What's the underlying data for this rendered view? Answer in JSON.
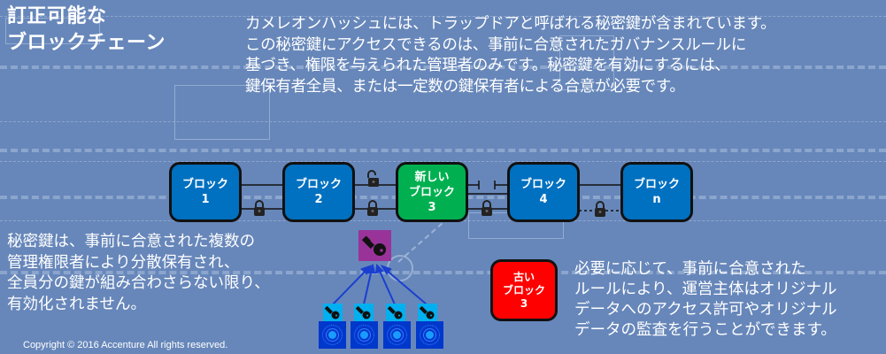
{
  "title": {
    "line1": "訂正可能な",
    "line2": "ブロックチェーン"
  },
  "intro": {
    "lines": [
      "カメレオンハッシュには、トラップドアと呼ばれる秘密鍵が含まれています。",
      "この秘密鍵にアクセスできるのは、事前に合意されたガバナンスルールに",
      "基づき、権限を与えられた管理者のみです。秘密鍵を有効にするには、",
      "鍵保有者全員、または一定数の鍵保有者による合意が必要です。"
    ]
  },
  "chain": {
    "blocks": [
      {
        "label": "ブロック",
        "number": "1",
        "color": "#0070C0"
      },
      {
        "label": "ブロック",
        "number": "2",
        "color": "#0070C0"
      },
      {
        "prefix": "新しい",
        "label": "ブロック",
        "number": "3",
        "color": "#00B050"
      },
      {
        "label": "ブロック",
        "number": "4",
        "color": "#0070C0"
      },
      {
        "label": "ブロック",
        "number": "n",
        "color": "#0070C0"
      }
    ],
    "lock_icons": [
      "locked",
      "unlocked",
      "locked",
      "locked",
      "locked"
    ],
    "old_block": {
      "prefix": "古い",
      "label": "ブロック",
      "number": "3",
      "color": "#FF0000"
    }
  },
  "key_diagram": {
    "master_key_color": "#993399",
    "share_key_color": "#00B0F0",
    "share_lock_color": "#0033CC",
    "share_count": 4
  },
  "left_text": {
    "lines": [
      "秘密鍵は、事前に合意された複数の",
      "管理権限者により分散保有され、",
      "全員分の鍵が組み合わさらない限り、",
      "有効化されません。"
    ]
  },
  "right_text": {
    "lines": [
      "必要に応じて、事前に合意された",
      "ルールにより、運営主体はオリジナル",
      "データへのアクセス許可やオリジナル",
      "データの監査を行うことができます。"
    ]
  },
  "copyright": "Copyright © 2016 Accenture  All rights reserved.",
  "colors": {
    "background": "#6787BA",
    "block_blue": "#0070C0",
    "block_green": "#00B050",
    "block_red": "#FF0000"
  }
}
